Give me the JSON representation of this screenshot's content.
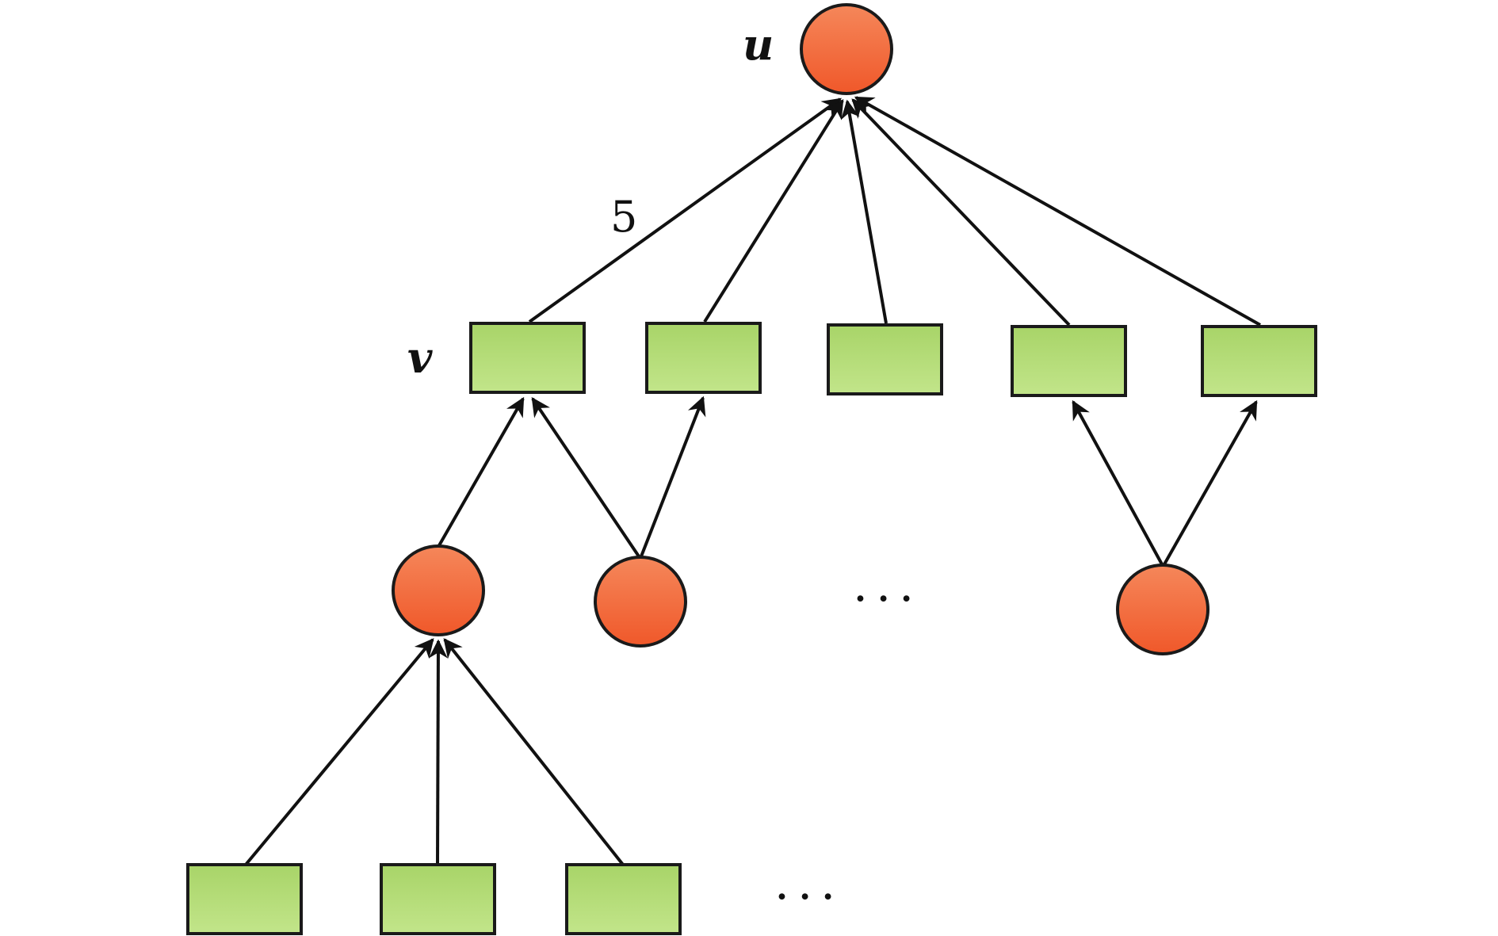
{
  "colors": {
    "circle_top": "#f5875a",
    "circle_bottom": "#f0582a",
    "square_top": "#a8d468",
    "square_bottom": "#c2e58a",
    "stroke": "#1a1a1a",
    "edge": "#111111"
  },
  "labels": {
    "u": "u",
    "v": "v",
    "edge_weight": "5",
    "ellipsis_middle": "···",
    "ellipsis_bottom": "···"
  },
  "graph": {
    "nodes": [
      {
        "id": "u",
        "shape": "circle"
      },
      {
        "id": "s1",
        "shape": "square"
      },
      {
        "id": "s2",
        "shape": "square"
      },
      {
        "id": "s3",
        "shape": "square"
      },
      {
        "id": "s4",
        "shape": "square"
      },
      {
        "id": "s5",
        "shape": "square"
      },
      {
        "id": "c1",
        "shape": "circle"
      },
      {
        "id": "c2",
        "shape": "circle"
      },
      {
        "id": "c3",
        "shape": "circle"
      },
      {
        "id": "b1",
        "shape": "square"
      },
      {
        "id": "b2",
        "shape": "square"
      },
      {
        "id": "b3",
        "shape": "square"
      }
    ],
    "edges": [
      {
        "from": "s1",
        "to": "u"
      },
      {
        "from": "s2",
        "to": "u"
      },
      {
        "from": "s3",
        "to": "u"
      },
      {
        "from": "s4",
        "to": "u"
      },
      {
        "from": "s5",
        "to": "u"
      },
      {
        "from": "c1",
        "to": "s1"
      },
      {
        "from": "c2",
        "to": "s1"
      },
      {
        "from": "c2",
        "to": "s2"
      },
      {
        "from": "c3",
        "to": "s4"
      },
      {
        "from": "c3",
        "to": "s5"
      },
      {
        "from": "b1",
        "to": "c1"
      },
      {
        "from": "b2",
        "to": "c1"
      },
      {
        "from": "b3",
        "to": "c1"
      }
    ]
  }
}
